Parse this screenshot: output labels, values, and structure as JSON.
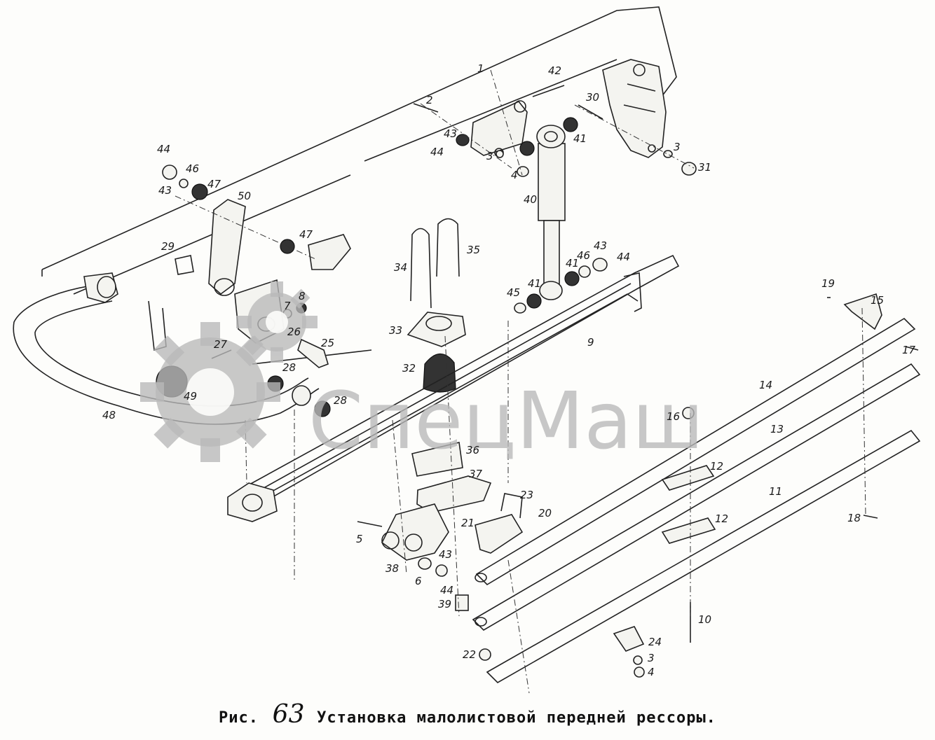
{
  "figure": {
    "label": "Рис.",
    "number": "63",
    "title": "Установка малолистовой передней рессоры."
  },
  "watermark": {
    "brand": "СпецМаш",
    "icon": "gear-icon"
  },
  "parts": {
    "p1": "1",
    "p2": "2",
    "p3a": "3",
    "p3b": "3",
    "p3c": "3",
    "p4a": "4",
    "p4b": "4",
    "p5": "5",
    "p6": "6",
    "p7": "7",
    "p8": "8",
    "p9": "9",
    "p10": "10",
    "p11": "11",
    "p12a": "12",
    "p12b": "12",
    "p13": "13",
    "p14": "14",
    "p15": "15",
    "p16": "16",
    "p17": "17",
    "p18": "18",
    "p19": "19",
    "p20": "20",
    "p21": "21",
    "p22": "22",
    "p23": "23",
    "p24": "24",
    "p25": "25",
    "p26": "26",
    "p27": "27",
    "p28a": "28",
    "p28b": "28",
    "p29": "29",
    "p30": "30",
    "p31": "31",
    "p32": "32",
    "p33": "33",
    "p34": "34",
    "p35": "35",
    "p36": "36",
    "p37": "37",
    "p38": "38",
    "p39": "39",
    "p40": "40",
    "p41a": "41",
    "p41b": "41",
    "p41c": "41",
    "p42": "42",
    "p43a": "43",
    "p43b": "43",
    "p43c": "43",
    "p43d": "43",
    "p44a": "44",
    "p44b": "44",
    "p44c": "44",
    "p44d": "44",
    "p45": "45",
    "p46a": "46",
    "p46b": "46",
    "p47a": "47",
    "p47b": "47",
    "p48": "48",
    "p49": "49",
    "p50": "50"
  }
}
